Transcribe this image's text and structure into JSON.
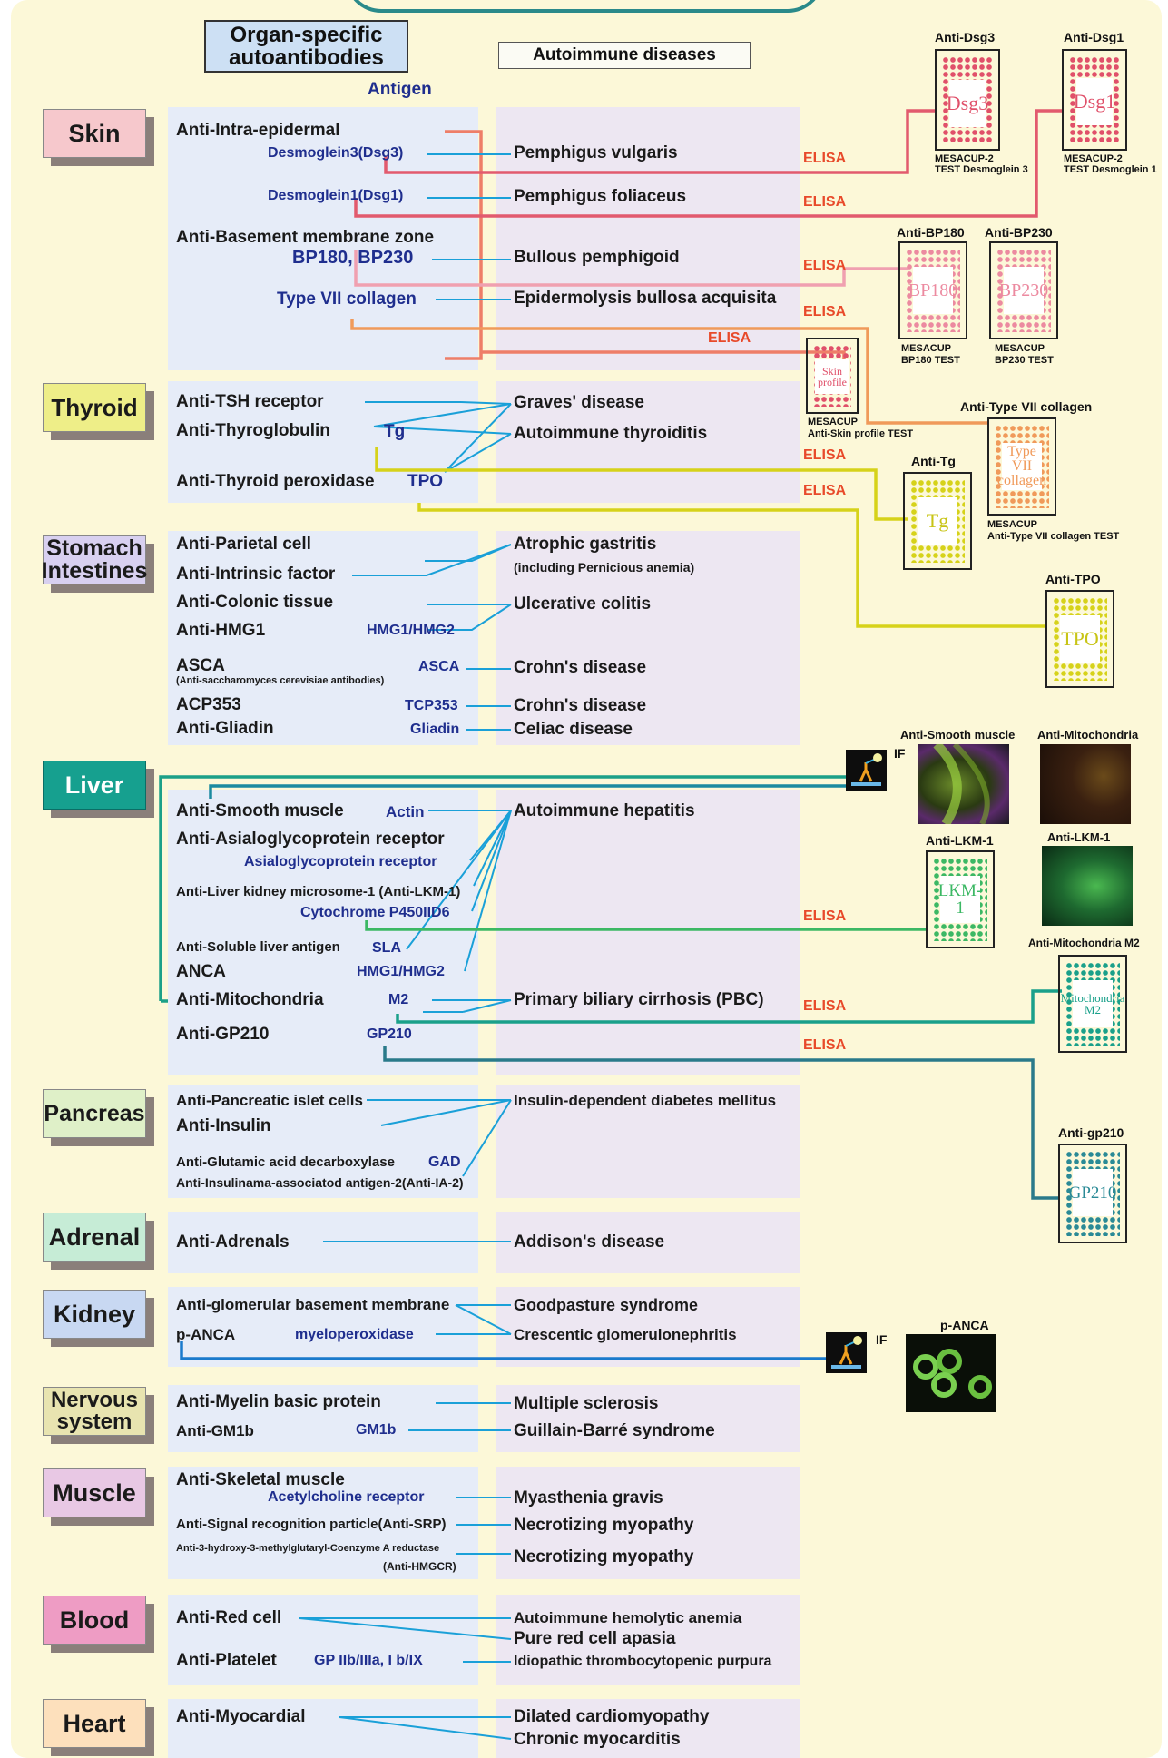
{
  "header": {
    "left_line1": "Organ-specific",
    "left_line2": "autoantibodies",
    "right": "Autoimmune diseases",
    "antigen": "Antigen"
  },
  "organs": {
    "skin": "Skin",
    "thyroid": "Thyroid",
    "stomach_l1": "Stomach",
    "stomach_l2": "Intestines",
    "liver": "Liver",
    "pancreas": "Pancreas",
    "adrenal": "Adrenal",
    "kidney": "Kidney",
    "nervous_l1": "Nervous",
    "nervous_l2": "system",
    "muscle": "Muscle",
    "blood": "Blood",
    "heart": "Heart"
  },
  "skin": {
    "a1": "Anti-Intra-epidermal",
    "g1": "Desmoglein3(Dsg3)",
    "d1": "Pemphigus vulgaris",
    "g2": "Desmoglein1(Dsg1)",
    "d2": "Pemphigus foliaceus",
    "a2": "Anti-Basement membrane zone",
    "g3": "BP180, BP230",
    "d3": "Bullous pemphigoid",
    "g4": "Type VII collagen",
    "d4": "Epidermolysis bullosa acquisita"
  },
  "thyroid": {
    "a1": "Anti-TSH receptor",
    "a2": "Anti-Thyroglobulin",
    "g2": "Tg",
    "a3": "Anti-Thyroid peroxidase",
    "g3": "TPO",
    "d1": "Graves' disease",
    "d2": "Autoimmune thyroiditis"
  },
  "stomach": {
    "a1": "Anti-Parietal cell",
    "a2": "Anti-Intrinsic factor",
    "d1": "Atrophic gastritis",
    "d1b": "(including Pernicious anemia)",
    "a3": "Anti-Colonic tissue",
    "d2": "Ulcerative colitis",
    "a4": "Anti-HMG1",
    "g4": "HMG1/HMG2",
    "a5": "ASCA",
    "a5b": "(Anti-saccharomyces cerevisiae antibodies)",
    "g5": "ASCA",
    "d3": "Crohn's disease",
    "a6": "ACP353",
    "g6": "TCP353",
    "d4": "Crohn's disease",
    "a7": "Anti-Gliadin",
    "g7": "Gliadin",
    "d5": "Celiac disease"
  },
  "liver": {
    "a1": "Anti-Smooth muscle",
    "g1": "Actin",
    "d1": "Autoimmune hepatitis",
    "a2": "Anti-Asialoglycoprotein receptor",
    "g2": "Asialoglycoprotein receptor",
    "a3": "Anti-Liver kidney microsome-1 (Anti-LKM-1)",
    "g3": "Cytochrome P450IID6",
    "a4": "Anti-Soluble liver antigen",
    "g4": "SLA",
    "a5": "ANCA",
    "g5": "HMG1/HMG2",
    "a6": "Anti-Mitochondria",
    "g6": "M2",
    "d2": "Primary biliary cirrhosis (PBC)",
    "a7": "Anti-GP210",
    "g7": "GP210"
  },
  "pancreas": {
    "a1": "Anti-Pancreatic islet cells",
    "a2": "Anti-Insulin",
    "a3": "Anti-Glutamic acid decarboxylase",
    "g3": "GAD",
    "a4": "Anti-Insulinama-associatod antigen-2(Anti-IA-2)",
    "d1": "Insulin-dependent diabetes mellitus"
  },
  "adrenal": {
    "a1": "Anti-Adrenals",
    "d1": "Addison's disease"
  },
  "kidney": {
    "a1": "Anti-glomerular basement membrane",
    "a2": "p-ANCA",
    "g2": "myeloperoxidase",
    "d1": "Goodpasture syndrome",
    "d2": "Crescentic glomerulonephritis"
  },
  "nervous": {
    "a1": "Anti-Myelin basic protein",
    "d1": "Multiple sclerosis",
    "a2": "Anti-GM1b",
    "g2": "GM1b",
    "d2": "Guillain-Barré syndrome"
  },
  "muscle": {
    "a1": "Anti-Skeletal muscle",
    "g1": "Acetylcholine receptor",
    "d1": "Myasthenia gravis",
    "a2": "Anti-Signal recognition particle(Anti-SRP)",
    "d2": "Necrotizing myopathy",
    "a3": "Anti-3-hydroxy-3-methylglutaryl-Coenzyme A reductase",
    "a3b": "(Anti-HMGCR)",
    "d3": "Necrotizing myopathy"
  },
  "blood": {
    "a1": "Anti-Red cell",
    "d1": "Autoimmune hemolytic anemia",
    "d2": "Pure red cell apasia",
    "a2": "Anti-Platelet",
    "g2": "GP IIb/IIIa, I b/IX",
    "d3": "Idiopathic thrombocytopenic purpura"
  },
  "heart": {
    "a1": "Anti-Myocardial",
    "d1": "Dilated cardiomyopathy",
    "d2": "Chronic myocarditis"
  },
  "methods": {
    "elisa": "ELISA",
    "if": "IF"
  },
  "kits": {
    "dsg3": {
      "title": "Anti-Dsg3",
      "label": "Dsg3",
      "sub1": "MESACUP-2",
      "sub2": "TEST Desmoglein 3",
      "color": "#e0506a"
    },
    "dsg1": {
      "title": "Anti-Dsg1",
      "label": "Dsg1",
      "sub1": "MESACUP-2",
      "sub2": "TEST Desmoglein 1",
      "color": "#e0506a"
    },
    "bp180": {
      "title": "Anti-BP180",
      "label": "BP180",
      "sub1": "MESACUP",
      "sub2": "BP180 TEST",
      "color": "#ec8aa0"
    },
    "bp230": {
      "title": "Anti-BP230",
      "label": "BP230",
      "sub1": "MESACUP",
      "sub2": "BP230 TEST",
      "color": "#ec8aa0"
    },
    "skin": {
      "title": "",
      "label1": "Skin",
      "label2": "profile",
      "sub1": "MESACUP",
      "sub2": "Anti-Skin profile TEST",
      "color": "#e0506a"
    },
    "type7": {
      "title": "Anti-Type VII collagen",
      "label1": "Type VII",
      "label2": "collagen",
      "sub1": "MESACUP",
      "sub2": "Anti-Type VII collagen  TEST",
      "color": "#f09a5a"
    },
    "tg": {
      "title": "Anti-Tg",
      "label": "Tg",
      "color": "#d6d21a"
    },
    "tpo": {
      "title": "Anti-TPO",
      "label": "TPO",
      "color": "#d6d21a"
    },
    "lkm1": {
      "title": "Anti-LKM-1",
      "label": "LKM-1",
      "color": "#3cb864"
    },
    "m2": {
      "title": "Anti-Mitochondria M2",
      "label1": "Mitochondria",
      "label2": "M2",
      "color": "#1aa08a"
    },
    "gp210": {
      "title": "Anti-gp210",
      "label": "GP210",
      "color": "#2a8a96"
    }
  },
  "photos": {
    "smooth": "Anti-Smooth muscle",
    "mito": "Anti-Mitochondria",
    "lkm1": "Anti-LKM-1",
    "panca": "p-ANCA"
  }
}
